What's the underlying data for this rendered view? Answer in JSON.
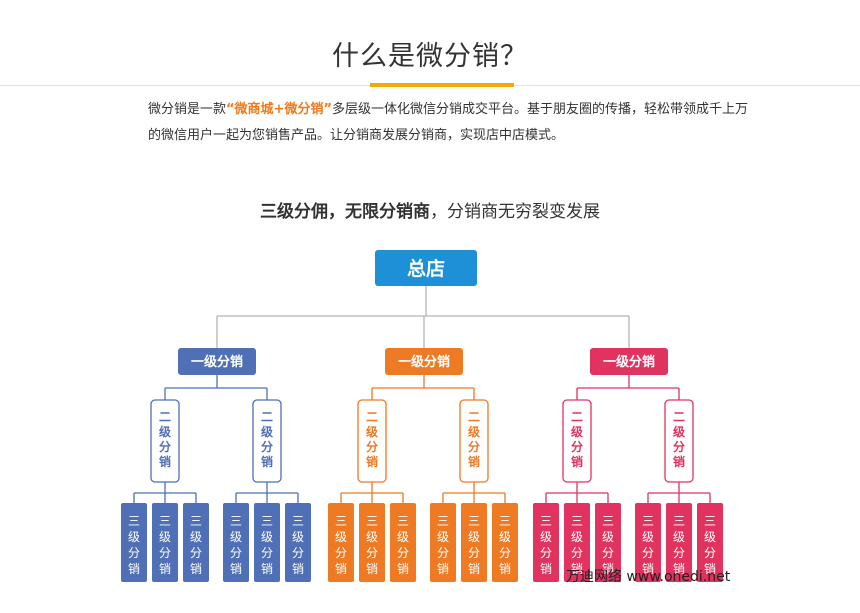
{
  "header": {
    "title": "什么是微分销？"
  },
  "intro": {
    "before": "微分销是一款",
    "highlight": "“微商城+微分销”",
    "after": "多层级一体化微信分销成交平台。基于朋友圈的传播，轻松带领成千上万的微信用户一起为您销售产品。让分销商发展分销商，实现店中店模式。"
  },
  "subtitle": {
    "strong": "三级分佣，无限分销商",
    "rest": "，分销商无穷裂变发展"
  },
  "diagram": {
    "root": {
      "label": "总店",
      "color": "#1e90d8"
    },
    "branches": [
      {
        "label": "一级分销",
        "color": "#4f6fb6",
        "children": [
          {
            "label": "二级分销",
            "leaves": [
              "三级分销",
              "三级分销",
              "三级分销"
            ]
          },
          {
            "label": "二级分销",
            "leaves": [
              "三级分销",
              "三级分销",
              "三级分销"
            ]
          }
        ]
      },
      {
        "label": "一级分销",
        "color": "#ee7a24",
        "children": [
          {
            "label": "二级分销",
            "leaves": [
              "三级分销",
              "三级分销",
              "三级分销"
            ]
          },
          {
            "label": "二级分销",
            "leaves": [
              "三级分销",
              "三级分销",
              "三级分销"
            ]
          }
        ]
      },
      {
        "label": "一级分销",
        "color": "#e0335f",
        "children": [
          {
            "label": "二级分销",
            "leaves": [
              "三级分销",
              "三级分销",
              "三级分销"
            ]
          },
          {
            "label": "二级分销",
            "leaves": [
              "三级分销",
              "三级分销",
              "三级分销"
            ]
          }
        ]
      }
    ],
    "connector_color": "#b5b5b5"
  },
  "footer": {
    "watermark": "万迪网络 www.onedi.net"
  }
}
